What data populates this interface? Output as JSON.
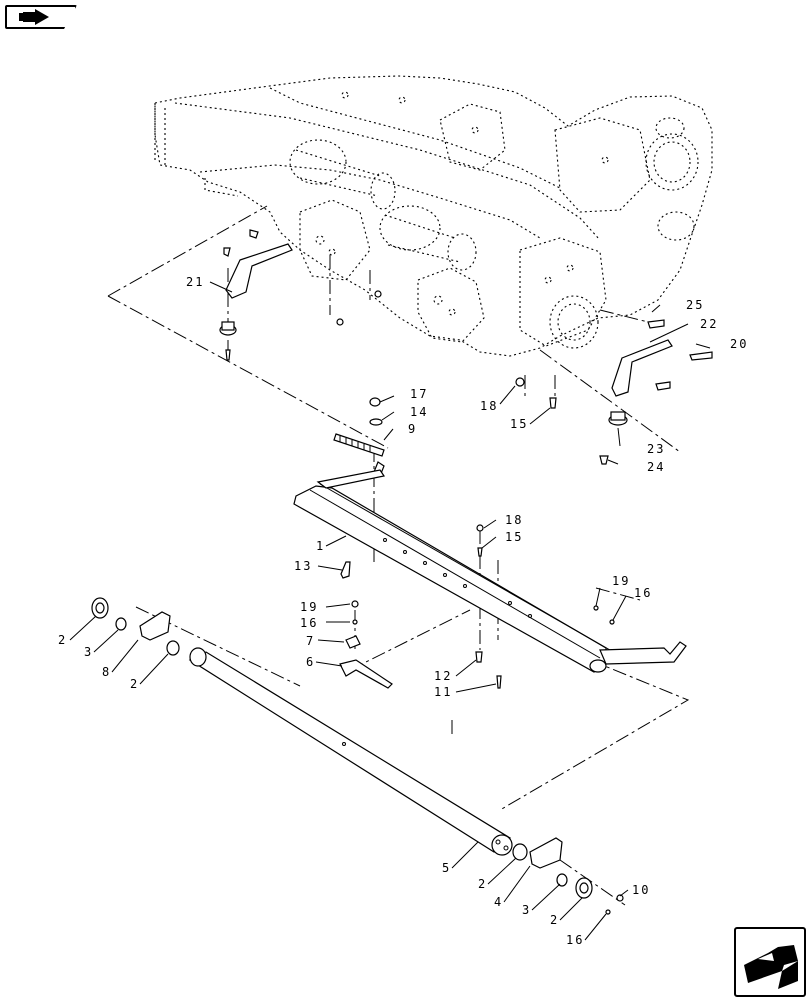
{
  "icons": {
    "top_nav": "back-arrow-icon",
    "bottom_nav": "next-page-arrow-icon"
  },
  "callouts": [
    {
      "id": "c21",
      "text": "21"
    },
    {
      "id": "c25",
      "text": "25"
    },
    {
      "id": "c22",
      "text": "22"
    },
    {
      "id": "c20",
      "text": "20"
    },
    {
      "id": "c17",
      "text": "17"
    },
    {
      "id": "c14",
      "text": "14"
    },
    {
      "id": "c9",
      "text": "9"
    },
    {
      "id": "c18a",
      "text": "18"
    },
    {
      "id": "c15a",
      "text": "15"
    },
    {
      "id": "c23",
      "text": "23"
    },
    {
      "id": "c24",
      "text": "24"
    },
    {
      "id": "c18b",
      "text": "18"
    },
    {
      "id": "c1",
      "text": "1"
    },
    {
      "id": "c15b",
      "text": "15"
    },
    {
      "id": "c13",
      "text": "13"
    },
    {
      "id": "c19a",
      "text": "19"
    },
    {
      "id": "c16a",
      "text": "16"
    },
    {
      "id": "c19b",
      "text": "19"
    },
    {
      "id": "c16b",
      "text": "16"
    },
    {
      "id": "c7",
      "text": "7"
    },
    {
      "id": "c6",
      "text": "6"
    },
    {
      "id": "c2a",
      "text": "2"
    },
    {
      "id": "c3a",
      "text": "3"
    },
    {
      "id": "c8",
      "text": "8"
    },
    {
      "id": "c2b",
      "text": "2"
    },
    {
      "id": "c12",
      "text": "12"
    },
    {
      "id": "c11",
      "text": "11"
    },
    {
      "id": "c5",
      "text": "5"
    },
    {
      "id": "c2c",
      "text": "2"
    },
    {
      "id": "c4",
      "text": "4"
    },
    {
      "id": "c3b",
      "text": "3"
    },
    {
      "id": "c2d",
      "text": "2"
    },
    {
      "id": "c10",
      "text": "10"
    },
    {
      "id": "c16c",
      "text": "16"
    }
  ]
}
